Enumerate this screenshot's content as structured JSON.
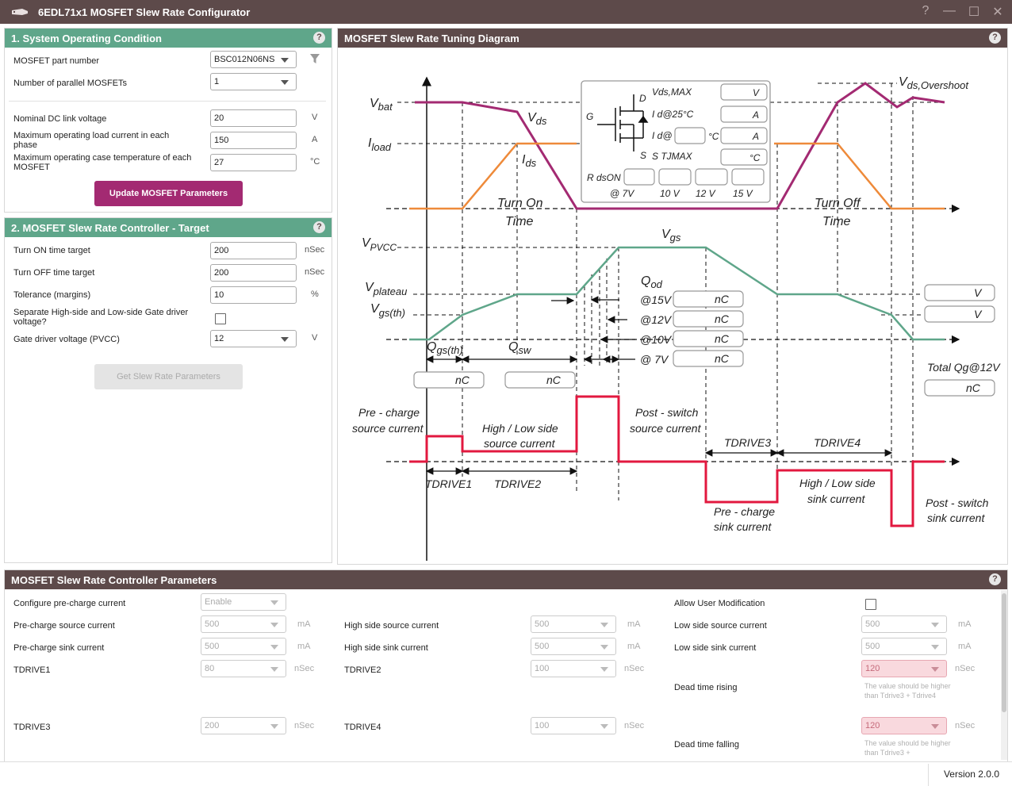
{
  "window": {
    "title": "6EDL71x1 MOSFET Slew Rate Configurator",
    "help": "?",
    "minimize": "—",
    "maximize": "☐",
    "close": "✕"
  },
  "sys": {
    "title": "1. System Operating Condition",
    "part_label": "MOSFET part number",
    "part_value": "BSC012N06NS",
    "parallel_label": "Number of parallel MOSFETs",
    "parallel_value": "1",
    "dc_label": "Nominal DC link voltage",
    "dc_value": "20",
    "dc_unit": "V",
    "load_label": "Maximum operating load current in each phase",
    "load_value": "150",
    "load_unit": "A",
    "temp_label": "Maximum operating case temperature of each MOSFET",
    "temp_value": "27",
    "temp_unit": "°C",
    "update_button": "Update MOSFET Parameters"
  },
  "target": {
    "title": "2. MOSFET Slew Rate Controller - Target",
    "on_label": "Turn ON time target",
    "on_value": "200",
    "on_unit": "nSec",
    "off_label": "Turn OFF time target",
    "off_value": "200",
    "off_unit": "nSec",
    "tol_label": "Tolerance (margins)",
    "tol_value": "10",
    "tol_unit": "%",
    "sep_label": "Separate High-side and Low-side Gate driver voltage?",
    "pvcc_label": "Gate driver voltage (PVCC)",
    "pvcc_value": "12",
    "pvcc_unit": "V",
    "get_button": "Get Slew Rate Parameters"
  },
  "diagram": {
    "title": "MOSFET Slew Rate Tuning Diagram",
    "labels": {
      "vbat": "V",
      "vbat_sub": "bat",
      "iload": "I",
      "iload_sub": "load",
      "vds": "V",
      "vds_sub": "ds",
      "ids": "I",
      "ids_sub": "ds",
      "turn_on_1": "Turn On",
      "turn_on_2": "Time",
      "turn_off_1": "Turn Off",
      "turn_off_2": "Time",
      "vds_os": "V",
      "vds_os_sub": "ds,Overshoot",
      "vpvcc": "V",
      "vpvcc_sub": "PVCC",
      "vplateau": "V",
      "vplateau_sub": "plateau",
      "vgsth": "V",
      "vgsth_sub": "gs(th)",
      "vgs": "V",
      "vgs_sub": "gs",
      "qod": "Q",
      "qod_sub": "od",
      "q15": "@15V",
      "q12": "@12V",
      "q10": "@10V",
      "q7": "@ 7V",
      "qgsth": "Q",
      "qgsth_sub": "gs(th)",
      "qsw": "Q",
      "qsw_sub": "sw",
      "nc": "nC",
      "total_qg": "Total Qg@12V",
      "pre_src_1": "Pre - charge",
      "pre_src_2": "source current",
      "hl_src_1": "High / Low side",
      "hl_src_2": "source current",
      "post_src_1": "Post - switch",
      "post_src_2": "source current",
      "tdrive1": "TDRIVE1",
      "tdrive2": "TDRIVE2",
      "tdrive3": "TDRIVE3",
      "tdrive4": "TDRIVE4",
      "pre_sink_1": "Pre - charge",
      "pre_sink_2": "sink current",
      "hl_sink_1": "High / Low side",
      "hl_sink_2": "sink current",
      "post_sink_1": "Post - switch",
      "post_sink_2": "sink current",
      "v_unit": "V",
      "a_unit": "A",
      "c_unit": "°C"
    },
    "mosfet": {
      "d": "D",
      "g": "G",
      "s": "S",
      "vdsmax": "Vds,MAX",
      "id25": "I d@25°C",
      "id": "I d@",
      "tjmax": "S  TJMAX",
      "rdson": "R dsON",
      "r7": "@ 7V",
      "r10": "10 V",
      "r12": "12 V",
      "r15": "15 V"
    }
  },
  "params": {
    "title": "MOSFET Slew Rate Controller Parameters",
    "cfg_pre_label": "Configure pre-charge current",
    "cfg_pre_value": "Enable",
    "pre_src_label": "Pre-charge source current",
    "pre_src_value": "500",
    "pre_src_unit": "mA",
    "pre_sink_label": "Pre-charge sink current",
    "pre_sink_value": "500",
    "pre_sink_unit": "mA",
    "td1_label": "TDRIVE1",
    "td1_value": "80",
    "td1_unit": "nSec",
    "td3_label": "TDRIVE3",
    "td3_value": "200",
    "td3_unit": "nSec",
    "hs_src_label": "High side source current",
    "hs_src_value": "500",
    "hs_src_unit": "mA",
    "hs_sink_label": "High side sink current",
    "hs_sink_value": "500",
    "hs_sink_unit": "mA",
    "td2_label": "TDRIVE2",
    "td2_value": "100",
    "td2_unit": "nSec",
    "td4_label": "TDRIVE4",
    "td4_value": "100",
    "td4_unit": "nSec",
    "allow_label": "Allow User Modification",
    "ls_src_label": "Low side source current",
    "ls_src_value": "500",
    "ls_src_unit": "mA",
    "ls_sink_label": "Low side sink current",
    "ls_sink_value": "500",
    "ls_sink_unit": "mA",
    "dt_rise_label": "Dead time rising",
    "dt_rise_value": "120",
    "dt_rise_unit": "nSec",
    "dt_rise_hint": "The value should be higher than Tdrive3 + Tdrive4",
    "dt_fall_label": "Dead time falling",
    "dt_fall_value": "120",
    "dt_fall_unit": "nSec",
    "dt_fall_hint": "The value should be higher than Tdrive3 +"
  },
  "status": {
    "version": "Version 2.0.0"
  },
  "colors": {
    "accent_green": "#5fa68a",
    "header_brown": "#5d4a4a",
    "primary_button": "#a32a72",
    "vds_purple": "#a32a72",
    "current_orange": "#ee8a3a",
    "gate_red": "#e2183f"
  }
}
